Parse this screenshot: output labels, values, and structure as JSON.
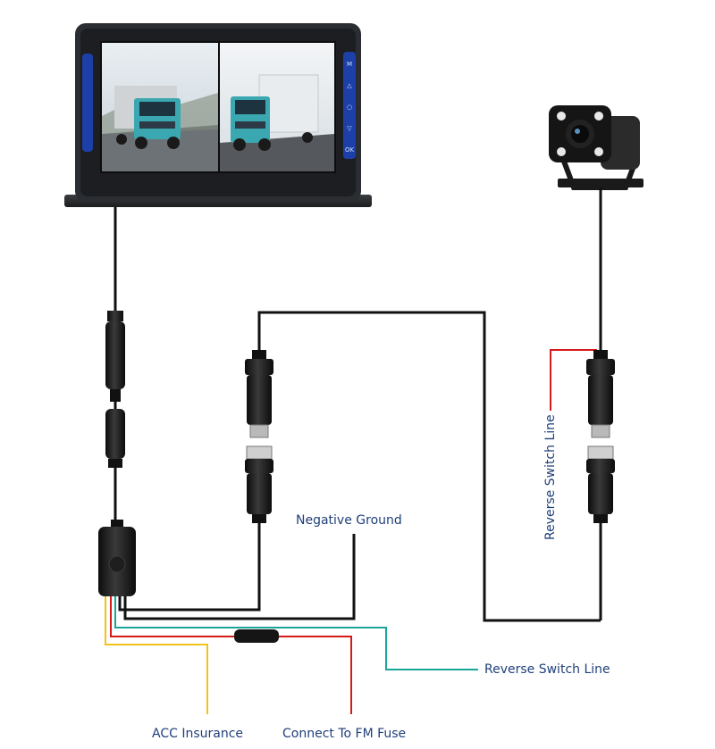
{
  "labels": {
    "negative_ground": "Negative Ground",
    "reverse_switch_line_vertical": "Reverse Switch Line",
    "reverse_switch_line_bottom": "Reverse Switch Line",
    "acc_insurance": "ACC Insurance",
    "connect_fm_fuse": "Connect To FM Fuse"
  },
  "monitor_buttons": [
    "M",
    "△",
    "○",
    "▽",
    "OK"
  ],
  "colors": {
    "label_text": "#1f3f7a",
    "cable": "#111111",
    "red_wire": "#d61a1a",
    "yellow_wire": "#f2c21a",
    "teal_wire": "#1aa59a",
    "monitor_body": "#2a2d31",
    "button_blue": "#1d3fa8"
  }
}
